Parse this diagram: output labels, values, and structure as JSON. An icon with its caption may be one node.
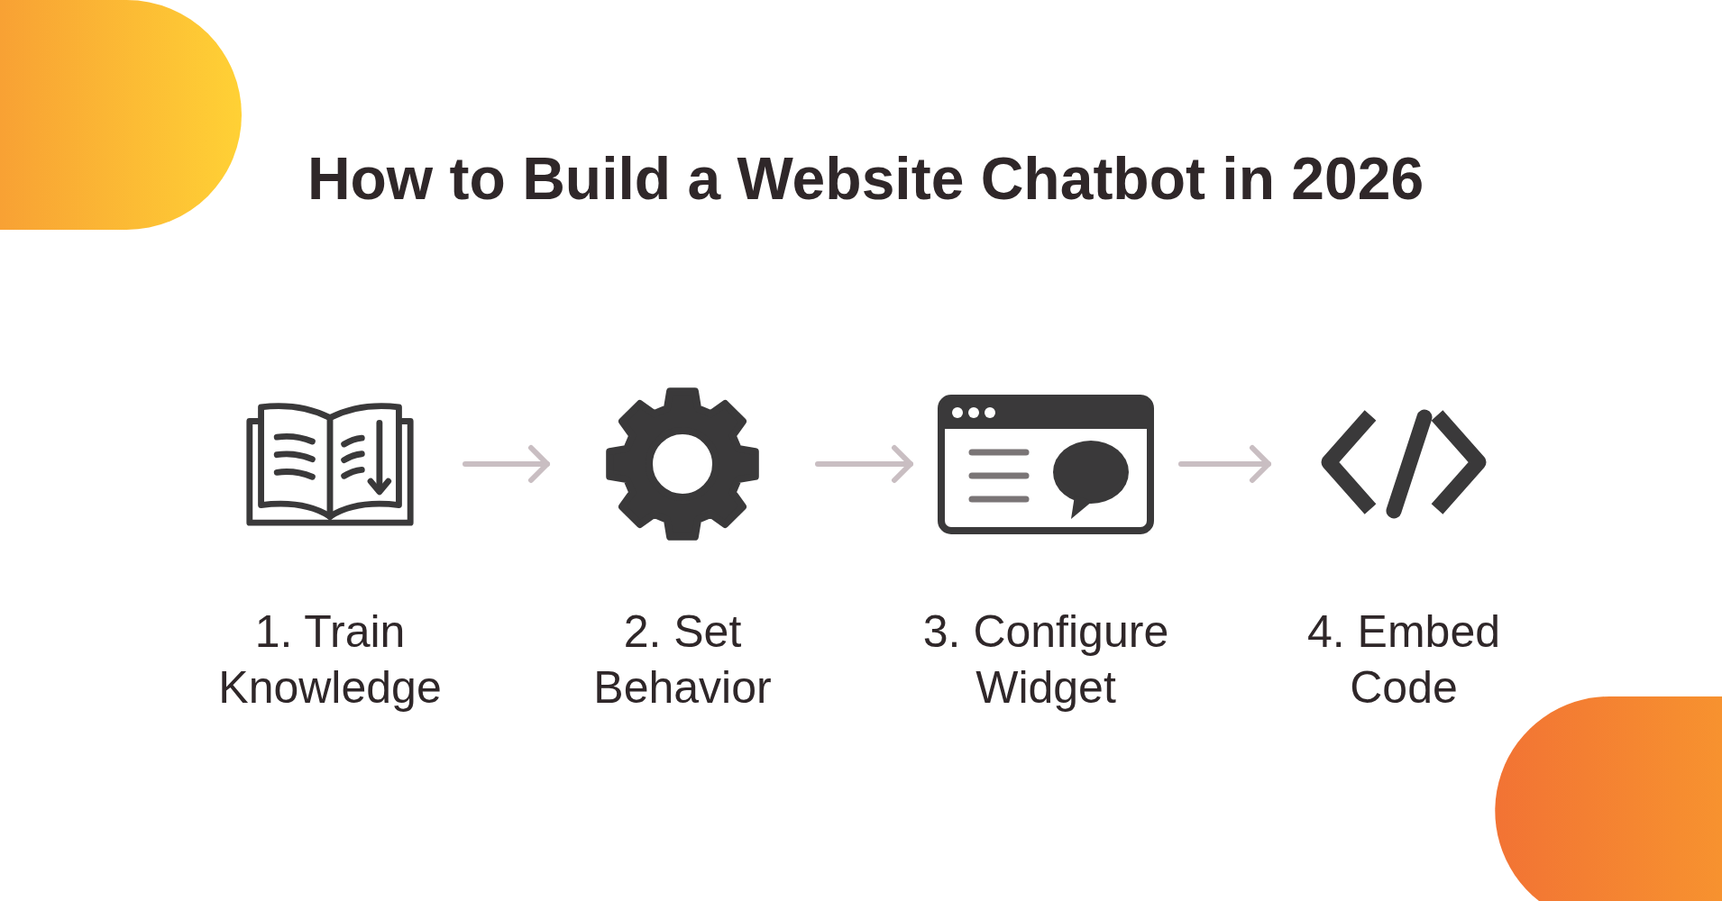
{
  "diagram": {
    "title": "How to Build a Website Chatbot in 2026",
    "nodes": [
      {
        "text": [
          "1. Train Knowledge"
        ]
      },
      {
        "text": [
          "2. Set Behavior"
        ]
      },
      {
        "text": [
          "3. Configure Widget"
        ]
      },
      {
        "text": [
          "4. Embed Code"
        ]
      }
    ],
    "edges": [
      {
        "from": 0,
        "to": 1,
        "arrow": "to"
      },
      {
        "from": 1,
        "to": 2,
        "arrow": "to"
      },
      {
        "from": 2,
        "to": 3,
        "arrow": "to"
      }
    ]
  }
}
